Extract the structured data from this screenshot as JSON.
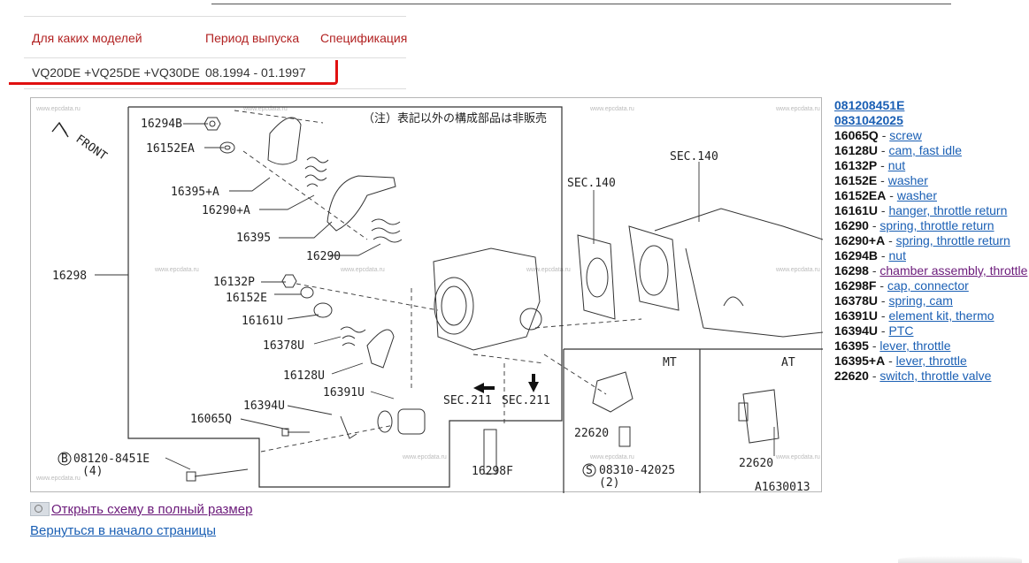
{
  "table": {
    "headers": [
      "Для каких моделей",
      "Период выпуска",
      "Спецификация"
    ],
    "row": {
      "models": "VQ20DE +VQ25DE +VQ30DE",
      "period": "08.1994 - 01.1997",
      "spec": ""
    }
  },
  "diagram": {
    "code": "A1630013",
    "note": "（注）表記以外の構成部品は非販売",
    "front": "FRONT",
    "watermark": "www.epcdata.ru",
    "labels": {
      "l16294B": "16294B",
      "l16152EA": "16152EA",
      "l16395A": "16395+A",
      "l16290A": "16290+A",
      "l16395": "16395",
      "l16290": "16290",
      "l16298": "16298",
      "l16132P": "16132P",
      "l16152E": "16152E",
      "l16161U": "16161U",
      "l16378U": "16378U",
      "l16128U": "16128U",
      "l16391U": "16391U",
      "l16394U": "16394U",
      "l16065Q": "16065Q",
      "l08120": "08120-8451E",
      "l08120q": "(4)",
      "lB": "B",
      "l16298F": "16298F",
      "lSEC211a": "SEC.211",
      "lSEC211b": "SEC.211",
      "lSEC140a": "SEC.140",
      "lSEC140b": "SEC.140",
      "lMT": "MT",
      "lAT": "AT",
      "l22620a": "22620",
      "l22620b": "22620",
      "l08310": "08310-42025",
      "l08310q": "(2)",
      "lS": "S"
    }
  },
  "parts": {
    "top_links": [
      "081208451E",
      "0831042025"
    ],
    "items": [
      {
        "code": "16065Q",
        "name": "screw"
      },
      {
        "code": "16128U",
        "name": "cam, fast idle"
      },
      {
        "code": "16132P",
        "name": "nut"
      },
      {
        "code": "16152E",
        "name": "washer"
      },
      {
        "code": "16152EA",
        "name": "washer"
      },
      {
        "code": "16161U",
        "name": "hanger, throttle return"
      },
      {
        "code": "16290",
        "name": "spring, throttle return"
      },
      {
        "code": "16290+A",
        "name": "spring, throttle return"
      },
      {
        "code": "16294B",
        "name": "nut"
      },
      {
        "code": "16298",
        "name": "chamber assembly, throttle"
      },
      {
        "code": "16298F",
        "name": "cap, connector"
      },
      {
        "code": "16378U",
        "name": "spring, cam"
      },
      {
        "code": "16391U",
        "name": "element kit, thermo"
      },
      {
        "code": "16394U",
        "name": "PTC"
      },
      {
        "code": "16395",
        "name": "lever, throttle"
      },
      {
        "code": "16395+A",
        "name": "lever, throttle"
      },
      {
        "code": "22620",
        "name": "switch, throttle valve"
      }
    ]
  },
  "links": {
    "full_size": "Открыть схему в полный размер",
    "back_top": "Вернуться в начало страницы"
  }
}
